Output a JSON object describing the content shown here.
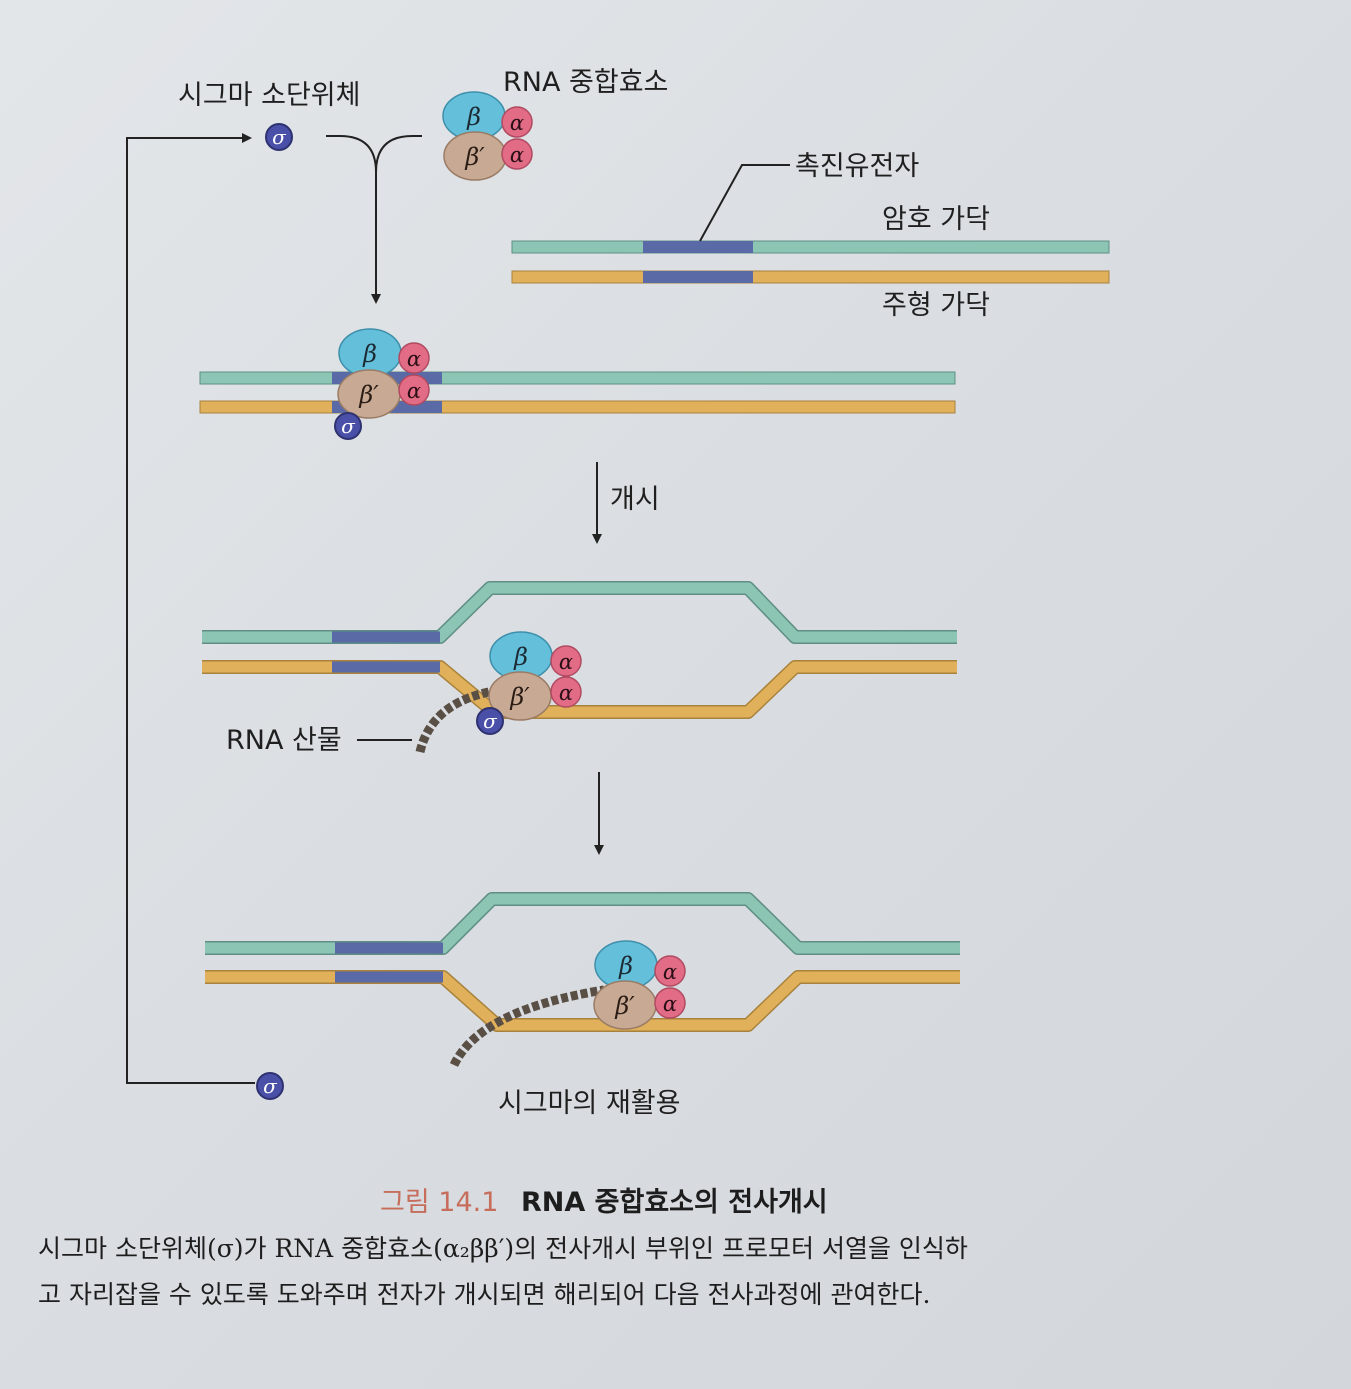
{
  "labels": {
    "sigma_subunit": "시그마 소단위체",
    "rna_polymerase": "RNA 중합효소",
    "promoter": "촉진유전자",
    "coding_strand": "암호 가닥",
    "template_strand": "주형 가닥",
    "initiation": "개시",
    "rna_product": "RNA 산물",
    "sigma_recycling": "시그마의 재활용"
  },
  "subunits": {
    "beta": "β",
    "beta_prime": "β′",
    "alpha": "α",
    "sigma": "σ"
  },
  "caption": {
    "figure_number": "그림 14.1",
    "title": "RNA 중합효소의 전사개시",
    "line1": "시그마 소단위체(σ)가 RNA 중합효소(α₂ββ′)의 전사개시 부위인 프로모터 서열을 인식하",
    "line2": "고 자리잡을 수 있도록 도와주며 전자가 개시되면 해리되어 다음 전사과정에 관여한다."
  },
  "colors": {
    "coding_strand": "#8dc5b5",
    "template_strand": "#e1b05a",
    "promoter_segment": "#5a6aa6",
    "beta": "#64bfdb",
    "beta_prime": "#c8aa94",
    "alpha": "#e26c86",
    "sigma": "#4a4fa8",
    "rna": "#5a4f45",
    "figure_number": "#c76d5b"
  }
}
